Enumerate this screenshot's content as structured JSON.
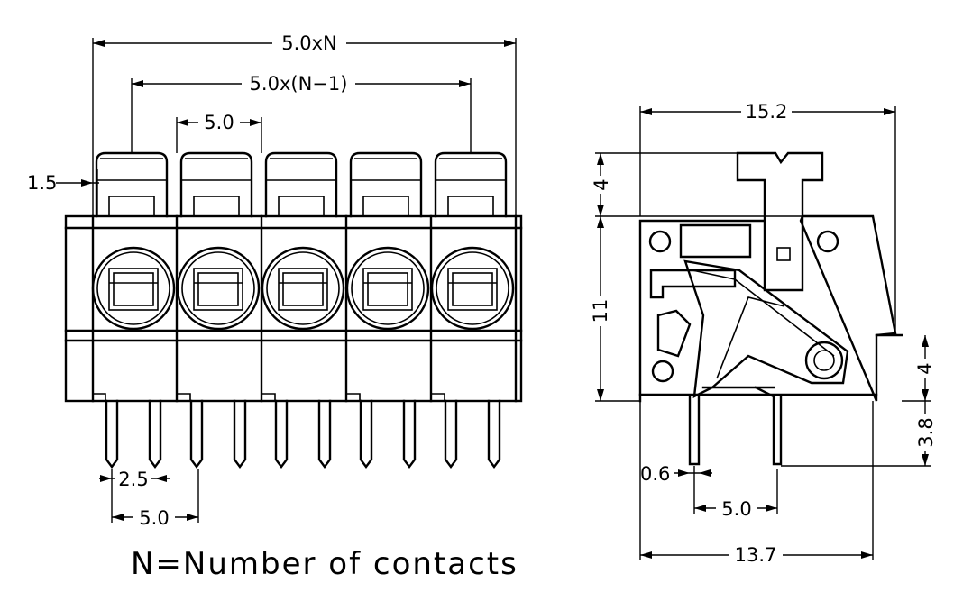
{
  "front_view": {
    "dim_total_width": "5.0xN",
    "dim_outer_pitch": "5.0x(N−1)",
    "dim_pitch": "5.0",
    "dim_lever_offset": "1.5",
    "dim_pin_spacing": "2.5",
    "dim_pin_pitch": "5.0",
    "contacts_shown": 5,
    "note": "N=Number of contacts"
  },
  "side_view": {
    "dim_width_top": "15.2",
    "dim_lever_height": "4",
    "dim_body_height": "11",
    "dim_pin_thickness": "0.6",
    "dim_pin_spacing": "5.0",
    "dim_width_bottom": "13.7",
    "dim_step_height": "4",
    "dim_pin_length": "3.8"
  }
}
